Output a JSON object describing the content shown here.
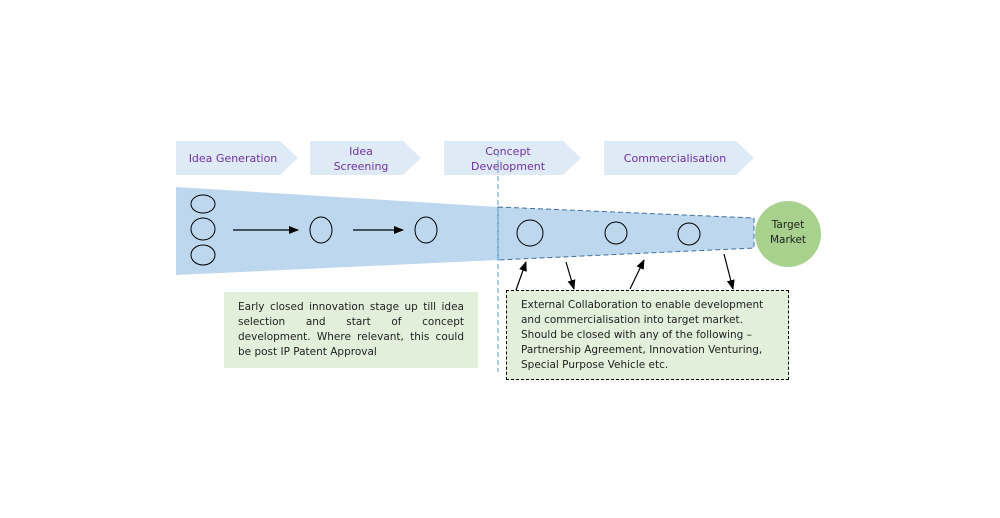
{
  "stages": [
    {
      "lines": [
        "Idea Generation"
      ]
    },
    {
      "lines": [
        "Idea",
        "Screening"
      ]
    },
    {
      "lines": [
        "Concept",
        "Development"
      ]
    },
    {
      "lines": [
        "Commercialisation"
      ]
    }
  ],
  "target": {
    "lines": [
      "Target",
      "Market"
    ]
  },
  "notes": {
    "closed": "Early closed innovation stage up till idea selection and start of concept development. Where relevant, this could be post IP Patent Approval",
    "open": "External Collaboration to enable development and commercialisation into target market. Should be closed with any of the following – Partnership Agreement, Innovation Venturing, Special Purpose Vehicle etc."
  },
  "colors": {
    "chevron": "#deebf7",
    "funnel": "#bdd7ee",
    "target": "#a9d18e",
    "note_bg": "#e2efda",
    "label": "#7030a0",
    "divider": "#5b9bd5"
  }
}
